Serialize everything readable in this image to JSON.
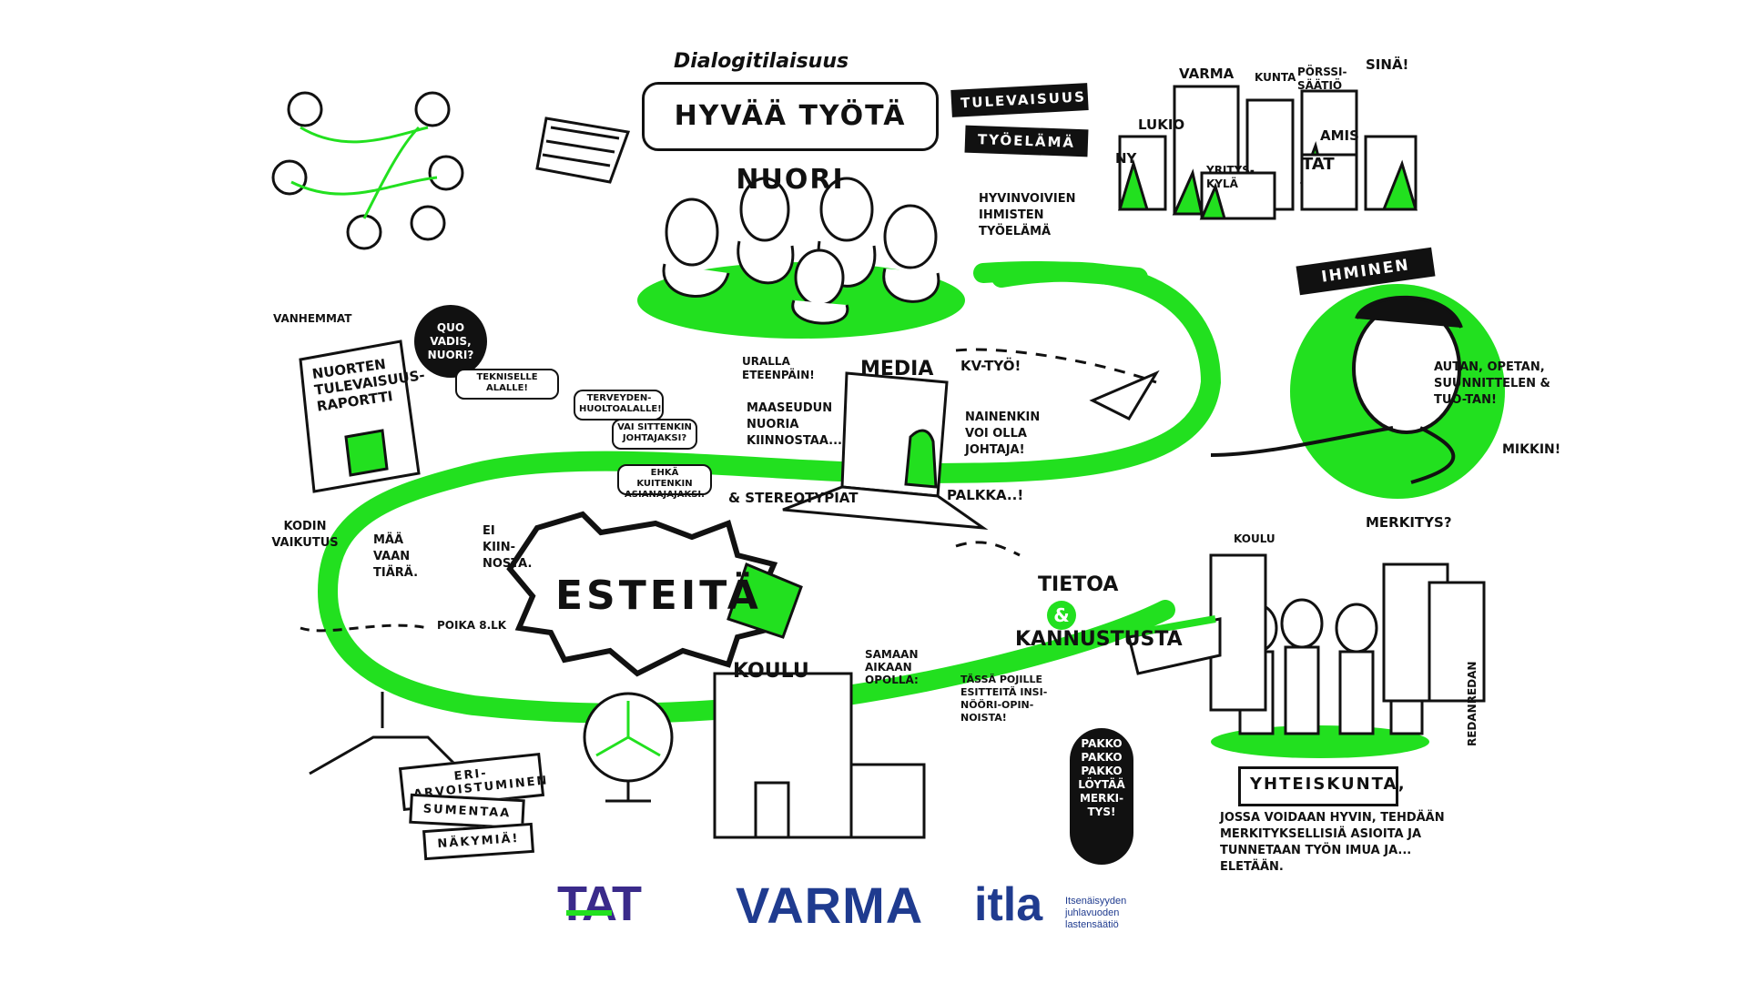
{
  "colors": {
    "accent_green": "#22e01f",
    "ink": "#111111",
    "tat_purple": "#3a2a8a",
    "varma_blue": "#1f3b8f"
  },
  "title": {
    "dialog": "Dialogitilaisuus",
    "main": "HYVÄÄ TYÖTÄ NUORI",
    "sign_1": "TULEVAISUUS",
    "sign_2": "TYÖELÄMÄ",
    "sign_note": "HYVINVOIVIEN IHMISTEN TYÖELÄMÄ"
  },
  "orgs": {
    "varma": "VARMA",
    "kunta": "KUNTA",
    "porssisaatio": "PÖRSSI-SÄÄTIÖ",
    "sina": "SINÄ!",
    "lukio": "LUKIO",
    "ny": "NY",
    "amis": "AMIS",
    "yrityskyla": "YRITYS-KYLÄ",
    "tat": "TAT"
  },
  "left": {
    "vanhemmat": "VANHEMMAT",
    "raportti": "NUORTEN TULEVAISUUS-RAPORTTI",
    "quovadis": "QUO VADIS, NUORI?",
    "teknisille": "TEKNISELLE ALALLE!",
    "terveyden": "TERVEYDEN-HUOLTOALALLE!",
    "johtajaksi": "VAI SITTENKIN JOHTAJAKSI?",
    "asianajajaksi": "EHKÄ KUITENKIN ASIANAJAJAKSI.",
    "kodin": "KODIN VAIKUTUS",
    "mitat": "MÄÄ VAAN TIÄRÄ.",
    "ei_kiinnosta": "EI KIIN-NOSTA.",
    "poika": "POIKA 8.LK",
    "esteita": "ESTEITÄ"
  },
  "media": {
    "uralla": "URALLA ETEENPÄIN!",
    "media": "MEDIA",
    "kvtyo": "KV-TYÖ!",
    "maaseudun": "MAASEUDUN NUORIA KIINNOSTAA...",
    "nainenkin": "NAINENKIN VOI OLLA JOHTAJA!",
    "palkka": "PALKKA..!",
    "stereotypiat": "& STEREOTYPIAT"
  },
  "right": {
    "ihminen": "IHMINEN",
    "autan": "AUTAN, OPETAN, SUUNNITTELEN & TUO-TAN!",
    "mikkin": "MIKKIN!",
    "merkitys": "MERKITYS?",
    "koulu_top": "KOULU",
    "tietoa": "TIETOA",
    "amp": "&",
    "kannustusta": "KANNUSTUSTA",
    "yhteiskunta": "YHTEISKUNTA,",
    "yhteiskunta_text": "JOSSA VOIDAAN HYVIN, TEHDÄÄN MERKITYKSELLISIÄ ASIOITA JA TUNNETAAN TYÖN IMUA JA... ELETÄÄN.",
    "signature": "REDANREDAN"
  },
  "bottom": {
    "koulu": "KOULU",
    "samaan": "SAMAAN AIKAAN OPOLLA:",
    "tassa": "TÄSSÄ POJILLE ESITTEITÄ INSI-NÖÖRI-OPIN-NOISTA!",
    "pakko": "PAKKO PAKKO PAKKO LÖYTÄÄ MERKI-TYS!",
    "eri": "ERI-ARVOISTUMINEN",
    "sumentaa": "SUMENTAA",
    "nakymia": "NÄKYMIÄ!"
  },
  "logos": {
    "tat": "TAT",
    "varma": "VARMA",
    "itla": "itla",
    "itla_sub": "Itsenäisyyden juhlavuoden lastensäätiö"
  }
}
